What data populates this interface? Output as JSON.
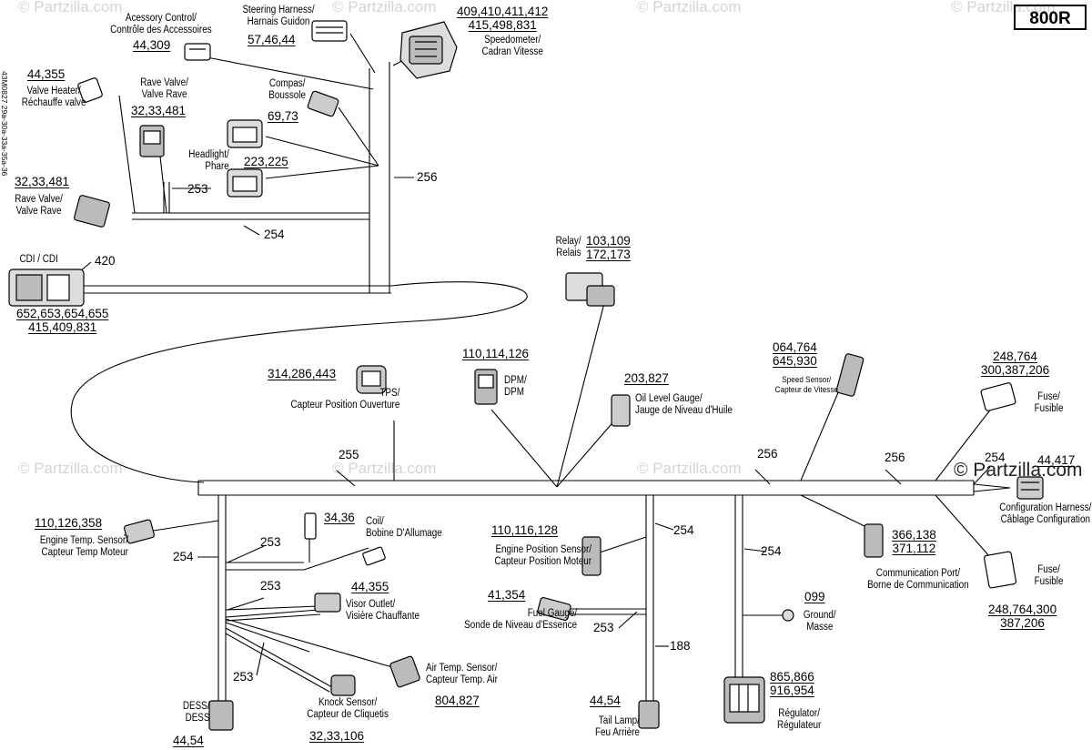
{
  "badge": "800R",
  "doc_code": "43M0827 29a-30a-33a-35a-36",
  "watermark": "© Partzilla.com",
  "components": {
    "accessory": {
      "label": [
        "Acessory Control/",
        "Contrôle des Accessoires"
      ],
      "parts": [
        "44,309"
      ]
    },
    "steering": {
      "label": [
        "Steering Harness/",
        "Harnais Guidon"
      ],
      "parts": [
        "57,46,44"
      ]
    },
    "speedometer": {
      "label": [
        "Speedometer/",
        "Cadran Vitesse"
      ],
      "parts": [
        "409,410,411,412",
        "415,498,831"
      ]
    },
    "valve_heater": {
      "label": [
        "Valve Heater/",
        "Réchauffe valve"
      ],
      "parts": [
        "44,355"
      ]
    },
    "rave_valve_1": {
      "label": [
        "Rave Valve/",
        "Valve Rave"
      ],
      "parts": [
        "32,33,481"
      ]
    },
    "compas": {
      "label": [
        "Compas/",
        "Boussole"
      ],
      "parts": [
        "69,73"
      ]
    },
    "headlight": {
      "label": [
        "Headlight/",
        "Phare"
      ],
      "parts": [
        "223,225"
      ]
    },
    "rave_valve_2": {
      "label": [
        "Rave Valve/",
        "Valve Rave"
      ],
      "parts": [
        "32,33,481"
      ]
    },
    "cdi": {
      "label": [
        "CDI / CDI"
      ],
      "parts": [
        "652,653,654,655",
        "415,409,831"
      ],
      "ref": "420"
    },
    "relay": {
      "label": [
        "Relay/",
        "Relais"
      ],
      "parts": [
        "103,109",
        "172,173"
      ]
    },
    "dpm": {
      "label": [
        "DPM/",
        "DPM"
      ],
      "parts": [
        "110,114,126"
      ]
    },
    "oil_level": {
      "label": [
        "Oil Level Gauge/",
        "Jauge de Niveau d'Huile"
      ],
      "parts": [
        "203,827"
      ]
    },
    "tps": {
      "label": [
        "TPS/",
        "Capteur Position Ouverture"
      ],
      "parts": [
        "314,286,443"
      ]
    },
    "speed_sensor": {
      "label": [
        "Speed Sensor/",
        "Capteur de Vitesse"
      ],
      "parts": [
        "064,764",
        "645,930"
      ]
    },
    "fuse_1": {
      "label": [
        "Fuse/",
        "Fusible"
      ],
      "parts": [
        "248,764",
        "300,387,206"
      ]
    },
    "config": {
      "label": [
        "Configuration Harness/",
        "Câblage Configuration"
      ],
      "parts": [
        "44,417"
      ]
    },
    "fuse_2": {
      "label": [
        "Fuse/",
        "Fusible"
      ],
      "parts": [
        "248,764,300",
        "387,206"
      ]
    },
    "engine_temp": {
      "label": [
        "Engine Temp. Sensor/",
        "Capteur Temp Moteur"
      ],
      "parts": [
        "110,126,358"
      ]
    },
    "coil": {
      "label": [
        "Coil/",
        "Bobine D'Allumage"
      ],
      "parts": [
        "34,36"
      ]
    },
    "visor": {
      "label": [
        "Visor Outlet/",
        "Visière Chauffante"
      ],
      "parts": [
        "44,355"
      ]
    },
    "engine_pos": {
      "label": [
        "Engine Position Sensor/",
        "Capteur Position Moteur"
      ],
      "parts": [
        "110,116,128"
      ]
    },
    "comm_port": {
      "label": [
        "Communication Port/",
        "Borne de Communication"
      ],
      "parts": [
        "366,138",
        "371,112"
      ]
    },
    "fuel_gauge": {
      "label": [
        "Fuel Gauge/",
        "Sonde de Niveau d'Essence"
      ],
      "parts": [
        "41,354"
      ]
    },
    "ground": {
      "label": [
        "Ground/",
        "Masse"
      ],
      "parts": [
        "099"
      ]
    },
    "air_temp": {
      "label": [
        "Air Temp. Sensor/",
        "Capteur Temp. Air"
      ],
      "parts": [
        "804,827"
      ]
    },
    "knock": {
      "label": [
        "Knock Sensor/",
        "Capteur de Cliquetis"
      ],
      "parts": [
        "32,33,106"
      ]
    },
    "dess": {
      "label": [
        "DESS/",
        "DESS"
      ],
      "parts": [
        "44,54"
      ]
    },
    "tail_lamp": {
      "label": [
        "Tail Lamp/",
        "Feu Arrière"
      ],
      "parts": [
        "44,54"
      ]
    },
    "regulator": {
      "label": [
        "Régulator/",
        "Régulateur"
      ],
      "parts": [
        "865,866",
        "916,954"
      ]
    }
  },
  "callouts": {
    "c256a": "256",
    "c253a": "253",
    "c254a": "254",
    "c255": "255",
    "c256b": "256",
    "c256c": "256",
    "c254b": "254",
    "c254c": "254",
    "c253b": "253",
    "c253c": "253",
    "c254d": "254",
    "c254e": "254",
    "c253d": "253",
    "c188": "188",
    "c253e": "253"
  }
}
